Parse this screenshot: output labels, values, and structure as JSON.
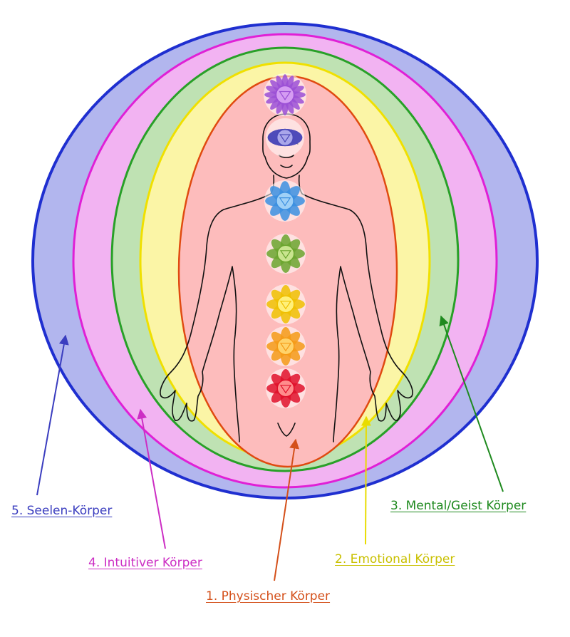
{
  "bodies": [
    {
      "id": "b5",
      "label": "5. Seelen-Körper",
      "fill": "#b2b6ee",
      "stroke": "#1f2fd0",
      "text_color": "#3a3dbf"
    },
    {
      "id": "b4",
      "label": "4. Intuitiver Körper",
      "fill": "#f2b3f2",
      "stroke": "#e020d6",
      "text_color": "#cc2ec4"
    },
    {
      "id": "b3",
      "label": "3. Mental/Geist Körper",
      "fill": "#bfe2b3",
      "stroke": "#28a028",
      "text_color": "#1f8a1f"
    },
    {
      "id": "b2",
      "label": "2. Emotional Körper",
      "fill": "#fbf5a6",
      "stroke": "#f0e000",
      "text_color": "#c9c000"
    },
    {
      "id": "b1",
      "label": "1. Physischer Körper",
      "fill": "#fdbcbc",
      "stroke": "#e04a10",
      "text_color": "#d4501a"
    }
  ],
  "chakras": [
    {
      "name": "crown-chakra",
      "color": "#9b4fd6",
      "accent": "#d59cf2"
    },
    {
      "name": "third-eye-chakra",
      "color": "#4a48b8",
      "accent": "#a9a6ea"
    },
    {
      "name": "throat-chakra",
      "color": "#3b8fe0",
      "accent": "#9fd0f7"
    },
    {
      "name": "heart-chakra",
      "color": "#6ba52e",
      "accent": "#c9e48f"
    },
    {
      "name": "solar-plexus-chakra",
      "color": "#f0c000",
      "accent": "#fff07a"
    },
    {
      "name": "sacral-chakra",
      "color": "#f59a16",
      "accent": "#ffd36a"
    },
    {
      "name": "root-chakra",
      "color": "#e0102a",
      "accent": "#ff8c8c"
    }
  ]
}
